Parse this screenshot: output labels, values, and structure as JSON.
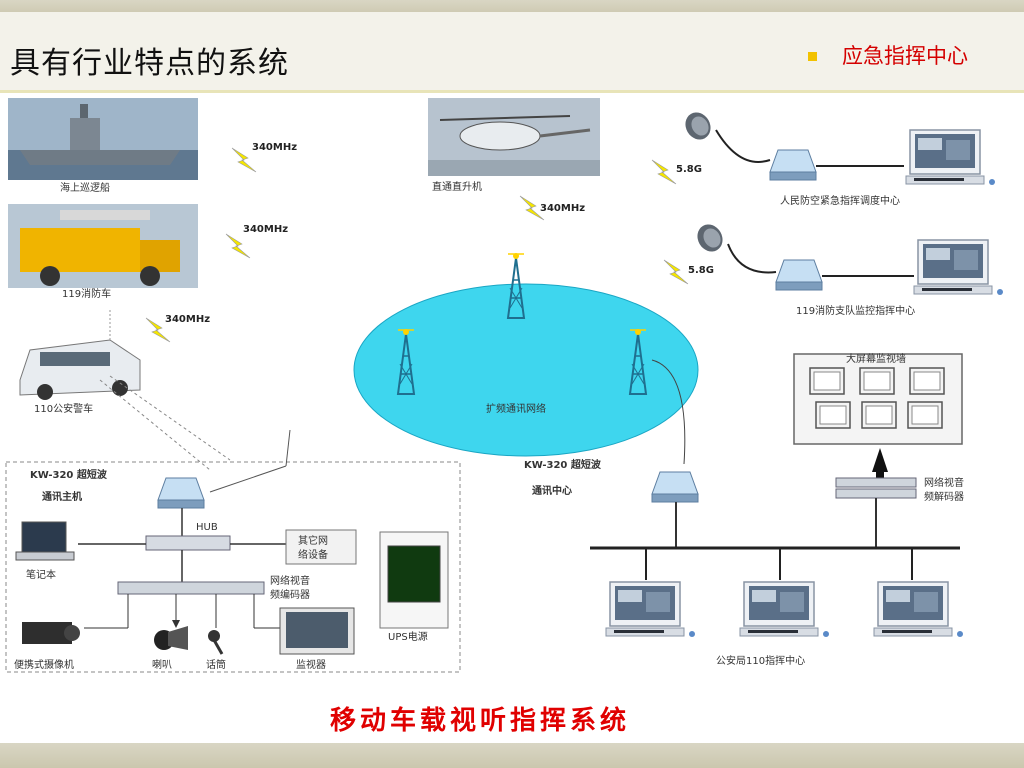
{
  "slide": {
    "title": "具有行业特点的系统",
    "section": "应急指挥中心",
    "caption": "移动车载视听指挥系统"
  },
  "diagram": {
    "left": {
      "ship": "海上巡逻船",
      "fire_truck": "119消防车",
      "police_car": "110公安警车",
      "freq_ship": "340MHz",
      "freq_truck": "340MHz",
      "freq_police": "340MHz",
      "host_title_1": "KW-320 超短波",
      "host_title_2": "通讯主机",
      "hub": "HUB",
      "other_net_1": "其它网",
      "other_net_2": "络设备",
      "laptop": "笔记本",
      "encoder_1": "网络视音",
      "encoder_2": "频编码器",
      "camera": "便携式摄像机",
      "speaker": "喇叭",
      "mic": "话筒",
      "monitor": "监视器",
      "ups": "UPS电源"
    },
    "center": {
      "helicopter": "直通直升机",
      "freq_heli": "340MHz",
      "cloud": "扩频通讯网络",
      "center_title_1": "KW-320 超短波",
      "center_title_2": "通讯中心"
    },
    "right": {
      "freq_a": "5.8G",
      "freq_b": "5.8G",
      "civil_defense": "人民防空紧急指挥调度中心",
      "fire_center": "119消防支队监控指挥中心",
      "videowall": "大屏幕监视墙",
      "decoder_1": "网络视音",
      "decoder_2": "频解码器",
      "police_center": "公安局110指挥中心"
    }
  },
  "colors": {
    "accent_red": "#d40000",
    "caption_red": "#e00000",
    "cloud": "#38d8f0",
    "bullet": "#f2c200"
  }
}
